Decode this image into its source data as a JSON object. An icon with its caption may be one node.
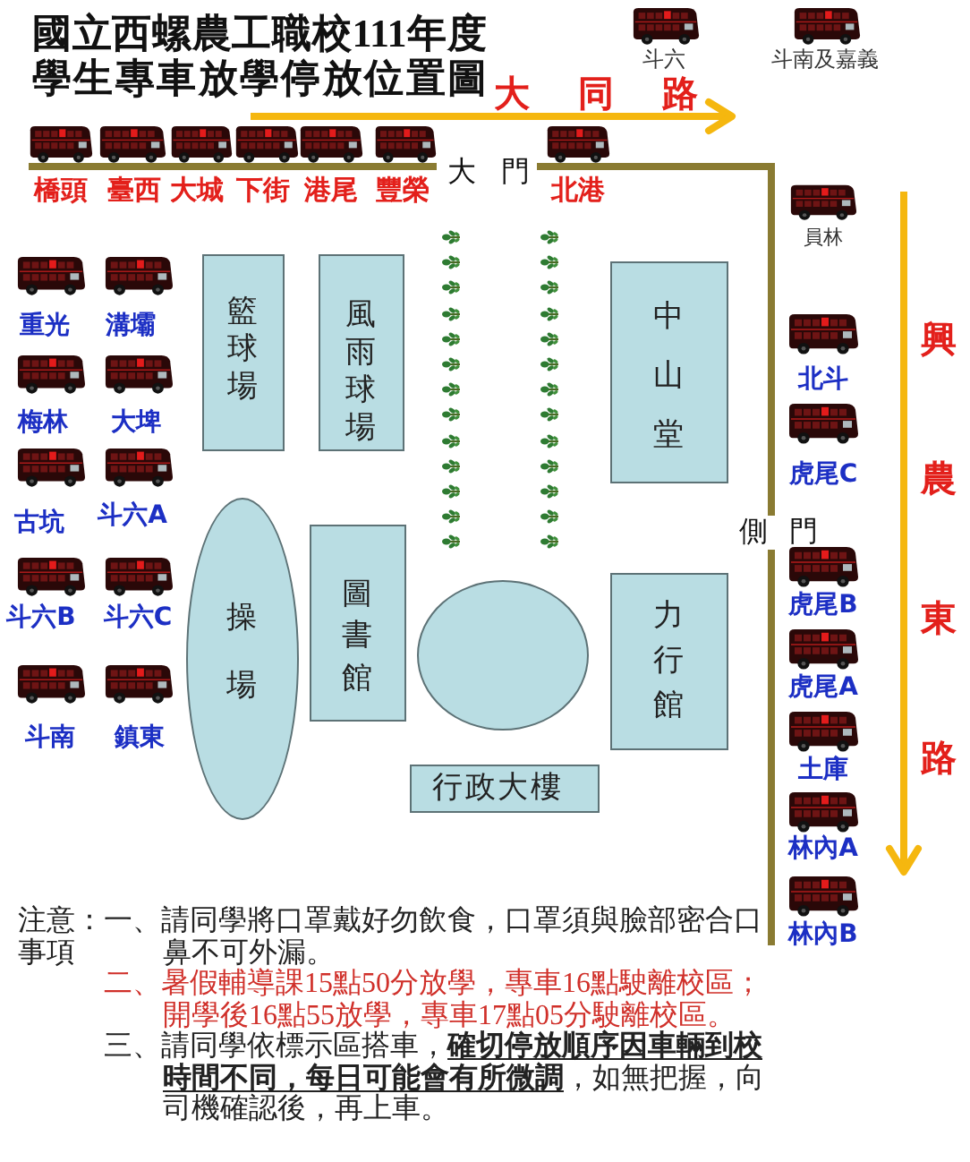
{
  "diagram": {
    "title": "國立西螺農工職校111年度學生專車放學停放位置圖",
    "nodes": [
      {
        "text": [
          "籃球場"
        ]
      },
      {
        "text": [
          "風雨球場"
        ]
      },
      {
        "text": [
          "中山堂"
        ]
      },
      {
        "text": [
          "操場"
        ]
      },
      {
        "text": [
          "圖書館"
        ]
      },
      {
        "text": [],
        "shape": "circle"
      },
      {
        "text": [
          "力行館"
        ]
      },
      {
        "text": [
          "行政大樓"
        ]
      }
    ],
    "labels": [
      "斗六",
      "斗南及嘉義",
      "大同路",
      "橋頭",
      "臺西",
      "大城",
      "下街",
      "港尾",
      "豐榮",
      "大門",
      "北港",
      "員林",
      "重光",
      "溝壩",
      "梅林",
      "大埤",
      "古坑",
      "斗六A",
      "斗六B",
      "斗六C",
      "斗南",
      "鎮東",
      "興農東路",
      "北斗",
      "虎尾C",
      "側門",
      "虎尾B",
      "虎尾A",
      "土庫",
      "林內A",
      "林內B",
      "注意：事項",
      "一、請同學將口罩戴好勿飲食，口罩須與臉部密合口鼻不可外漏。",
      "二、暑假輔導課15點50分放學，專車16點駛離校區；開學後16點55放學，專車17點05分駛離校區。",
      "三、請同學依標示區搭車，**確切停放順序因車輛到校時間不同，每日可能會有所微調**，如無把握，向司機確認後，再上車。"
    ]
  }
}
